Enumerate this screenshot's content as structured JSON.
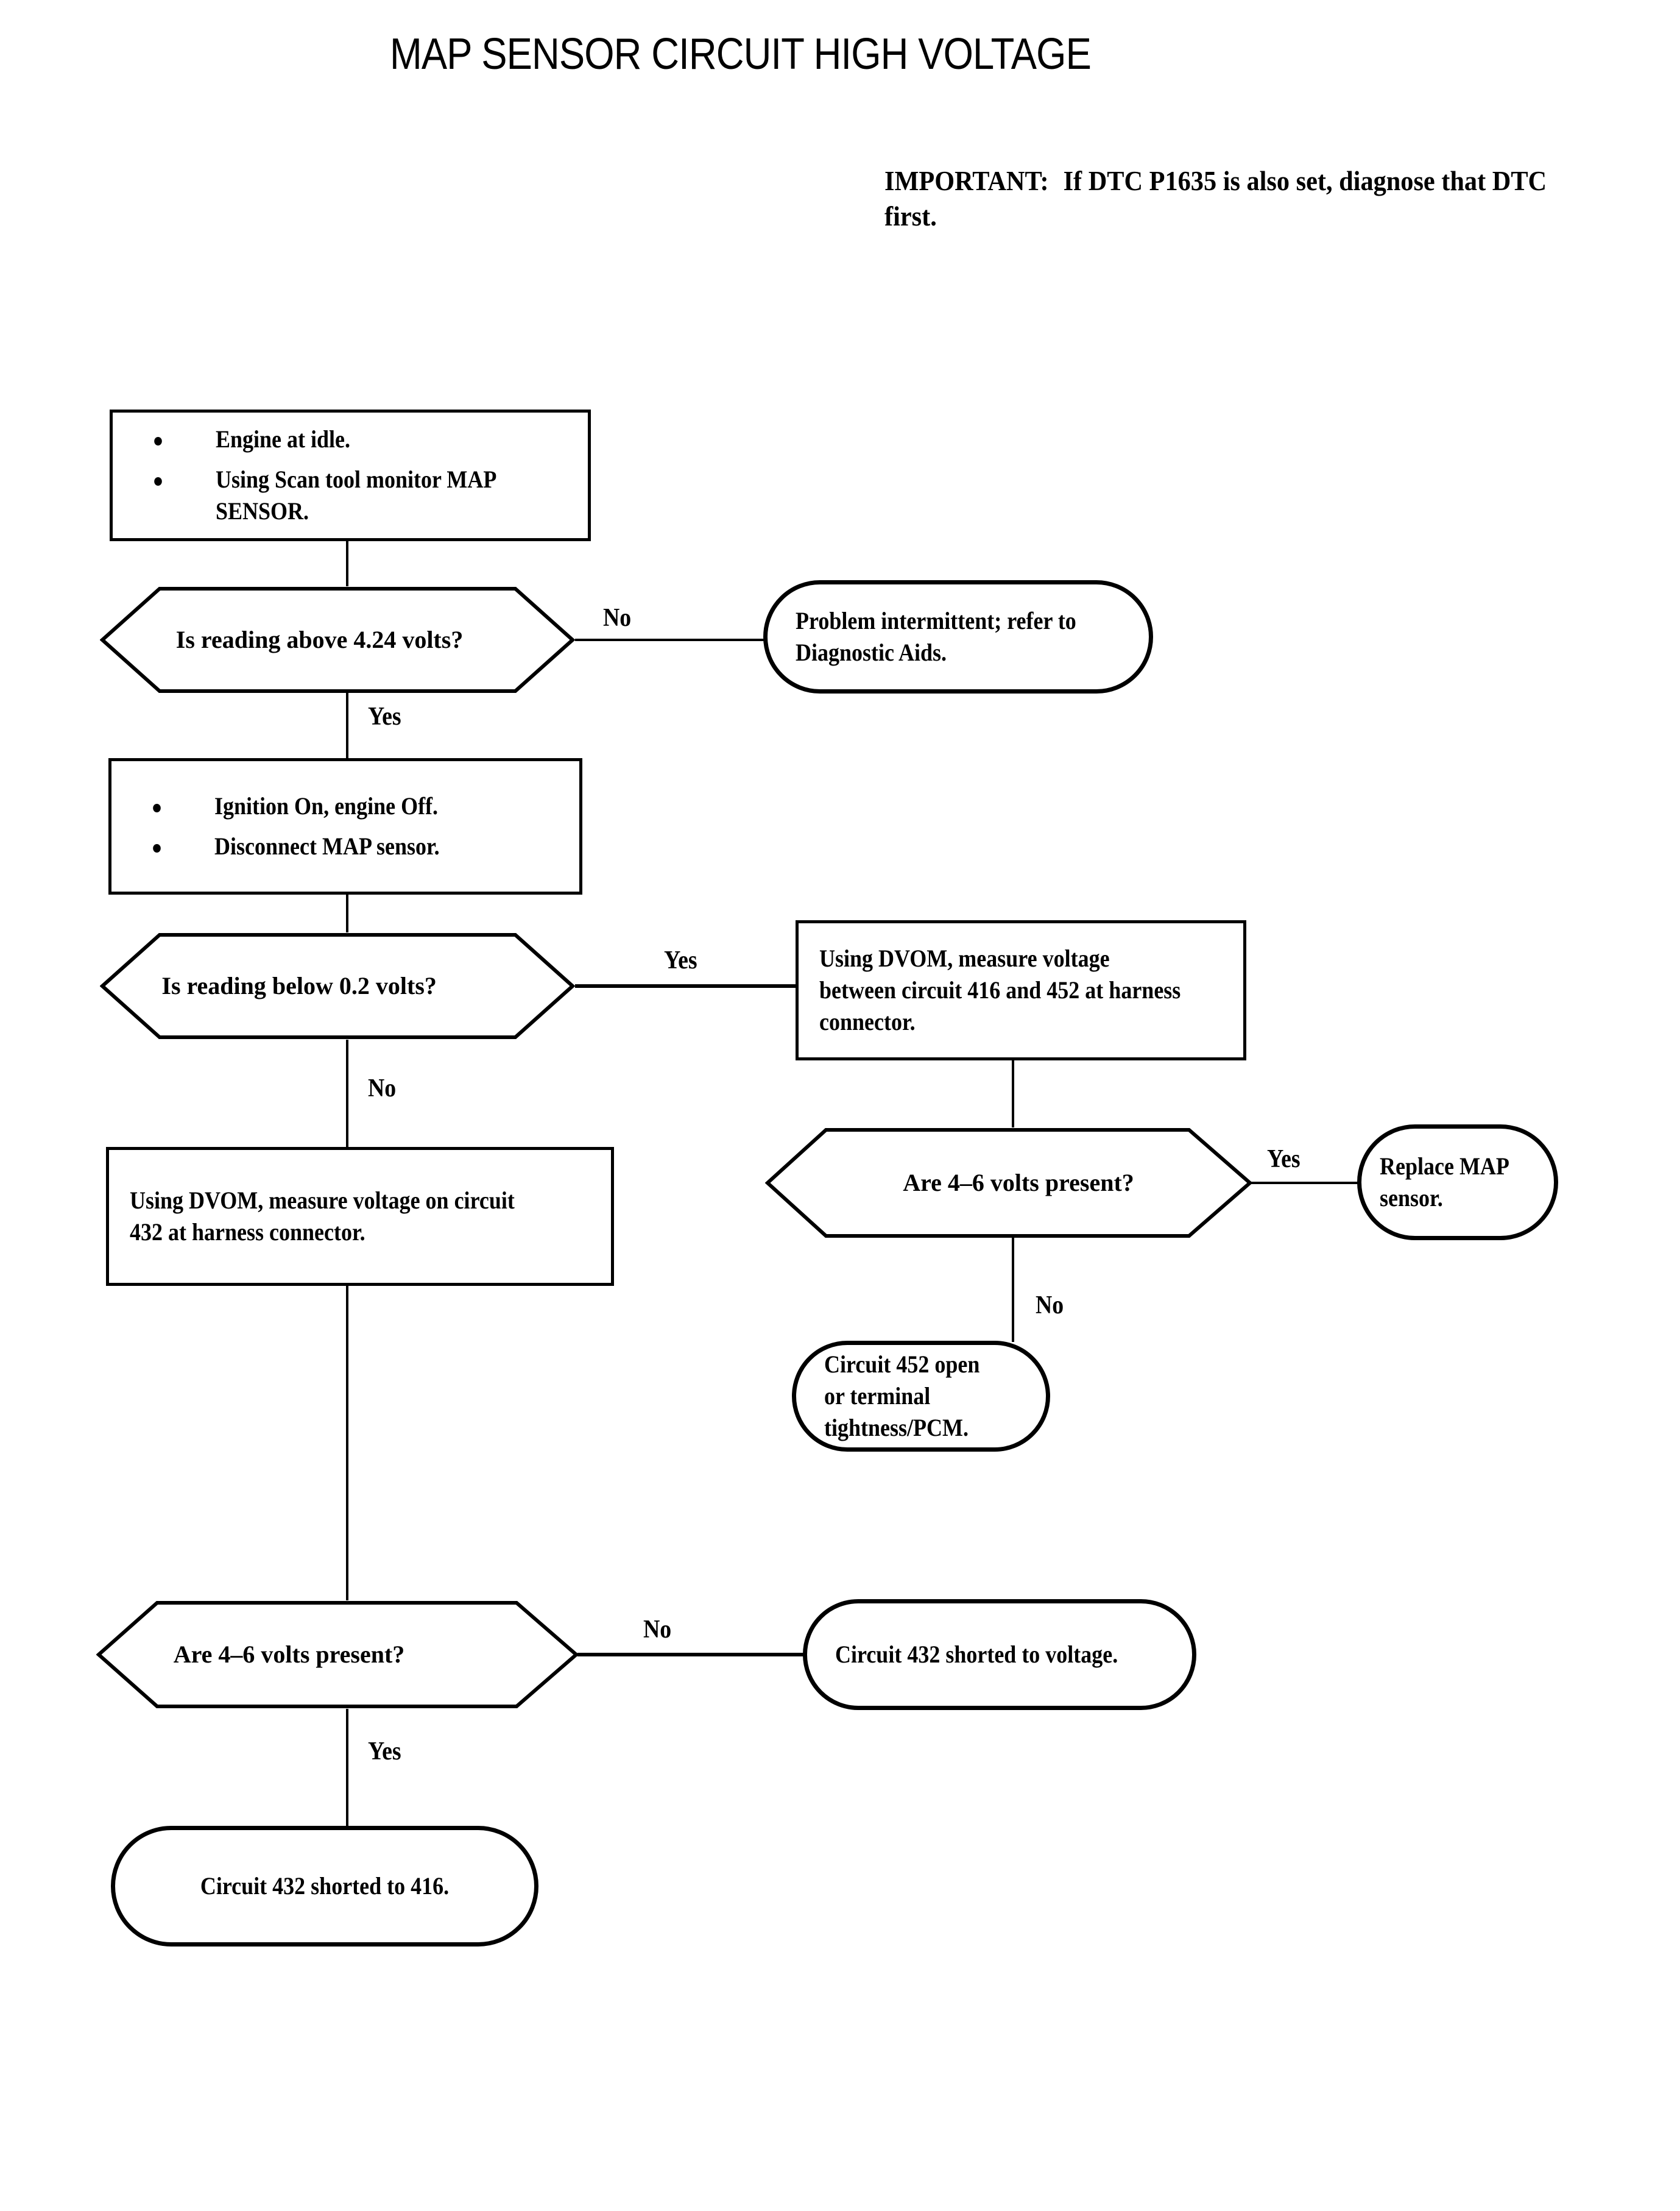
{
  "title": "MAP SENSOR CIRCUIT HIGH VOLTAGE",
  "important": {
    "keyword": "IMPORTANT:",
    "text": "If DTC P1635 is also set, diagnose that DTC first."
  },
  "nodes": {
    "start_conditions": {
      "type": "process",
      "bullets": [
        "Engine at idle.",
        "Using Scan tool monitor MAP SENSOR."
      ]
    },
    "decision_above_424": {
      "type": "decision",
      "text": "Is reading above 4.24 volts?"
    },
    "problem_intermittent": {
      "type": "terminator",
      "text": "Problem intermittent; refer to Diagnostic Aids."
    },
    "ignition_disconnect": {
      "type": "process",
      "bullets": [
        "Ignition On, engine Off.",
        "Disconnect MAP sensor."
      ]
    },
    "decision_below_02": {
      "type": "decision",
      "text": "Is reading below 0.2 volts?"
    },
    "measure_416_452": {
      "type": "process",
      "text": "Using DVOM, measure voltage between circuit 416 and 452 at harness connector."
    },
    "decision_volts_right": {
      "type": "decision",
      "text": "Are 4–6 volts present?"
    },
    "replace_map_sensor": {
      "type": "terminator",
      "text": "Replace MAP sensor."
    },
    "circuit_452_open": {
      "type": "terminator",
      "text": "Circuit 452 open or terminal tightness/PCM."
    },
    "measure_432": {
      "type": "process",
      "text": "Using DVOM, measure voltage on circuit 432 at harness connector."
    },
    "decision_volts_left": {
      "type": "decision",
      "text": "Are 4–6 volts present?"
    },
    "circuit_432_shorted_voltage": {
      "type": "terminator",
      "text": "Circuit 432 shorted to voltage."
    },
    "circuit_432_shorted_416": {
      "type": "terminator",
      "text": "Circuit 432 shorted to 416."
    }
  },
  "branch_labels": {
    "no_above_424": "No",
    "yes_above_424": "Yes",
    "yes_below_02": "Yes",
    "no_below_02": "No",
    "yes_volts_right": "Yes",
    "no_volts_right": "No",
    "no_volts_left": "No",
    "yes_volts_left": "Yes"
  },
  "colors": {
    "stroke": "#000000",
    "background": "#ffffff"
  }
}
